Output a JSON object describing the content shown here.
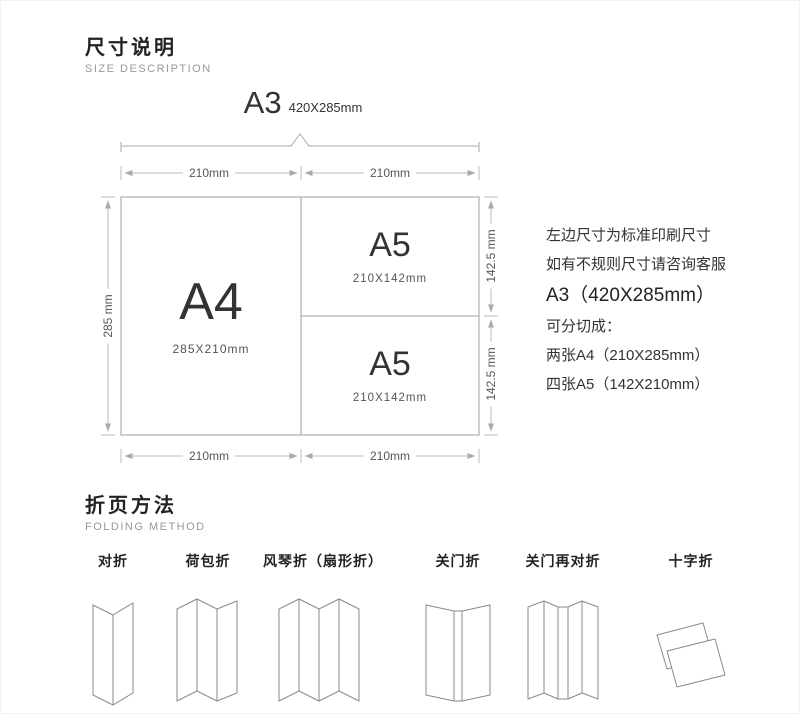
{
  "size_section": {
    "title": "尺寸说明",
    "subtitle": "SIZE DESCRIPTION",
    "a3": {
      "label": "A3",
      "dims": "420X285mm"
    },
    "dims": {
      "top_left": "210mm",
      "top_right": "210mm",
      "left": "285 mm",
      "right_top": "142.5 mm",
      "right_bottom": "142.5 mm",
      "bottom_left": "210mm",
      "bottom_right": "210mm"
    },
    "cells": {
      "a4": {
        "label": "A4",
        "dims": "285X210mm"
      },
      "a5_top": {
        "label": "A5",
        "dims": "210X142mm"
      },
      "a5_bottom": {
        "label": "A5",
        "dims": "210X142mm"
      }
    },
    "notes": [
      "左边尺寸为标准印刷尺寸",
      "如有不规则尺寸请咨询客服",
      "A3（420X285mm）",
      "可分切成：",
      "两张A4（210X285mm）",
      "四张A5（142X210mm）"
    ]
  },
  "folding_section": {
    "title": "折页方法",
    "subtitle": "FOLDING METHOD",
    "methods": [
      "对折",
      "荷包折",
      "风琴折（扇形折）",
      "关门折",
      "关门再对折",
      "十字折"
    ]
  }
}
